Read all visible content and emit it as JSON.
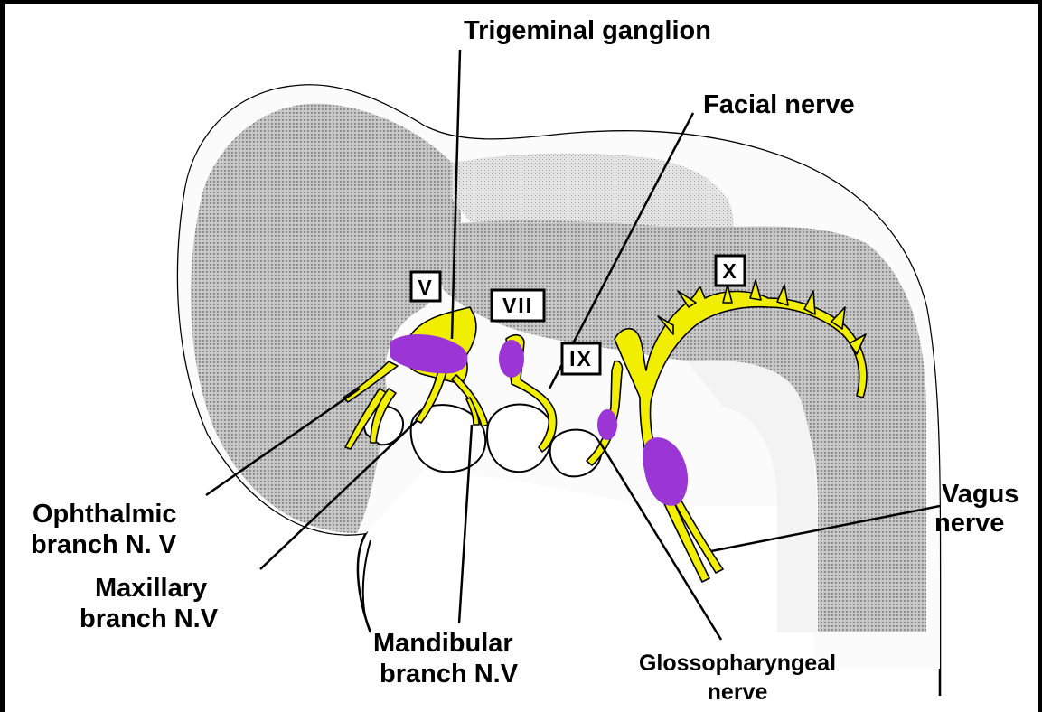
{
  "labels": {
    "trigeminal_ganglion": "Trigeminal ganglion",
    "facial_nerve": "Facial nerve",
    "ophthalmic_line1": "Ophthalmic",
    "ophthalmic_line2": "branch N. V",
    "maxillary_line1": "Maxillary",
    "maxillary_line2": "branch N.V",
    "mandibular_line1": "Mandibular",
    "mandibular_line2": "branch N.V",
    "glosso_line1": "Glossopharyngeal",
    "glosso_line2": "nerve",
    "vagus_line1": "Vagus",
    "vagus_line2": "nerve"
  },
  "roman_numerals": {
    "v": "V",
    "vii": "VII",
    "ix": "IX",
    "x": "X"
  },
  "colors": {
    "nerve": "#f2ee00",
    "ganglion": "#9b35d6",
    "shading": "#bdbdbd",
    "shading_dark": "#a9a9a9",
    "outline": "#000000",
    "frame": "#000000"
  }
}
